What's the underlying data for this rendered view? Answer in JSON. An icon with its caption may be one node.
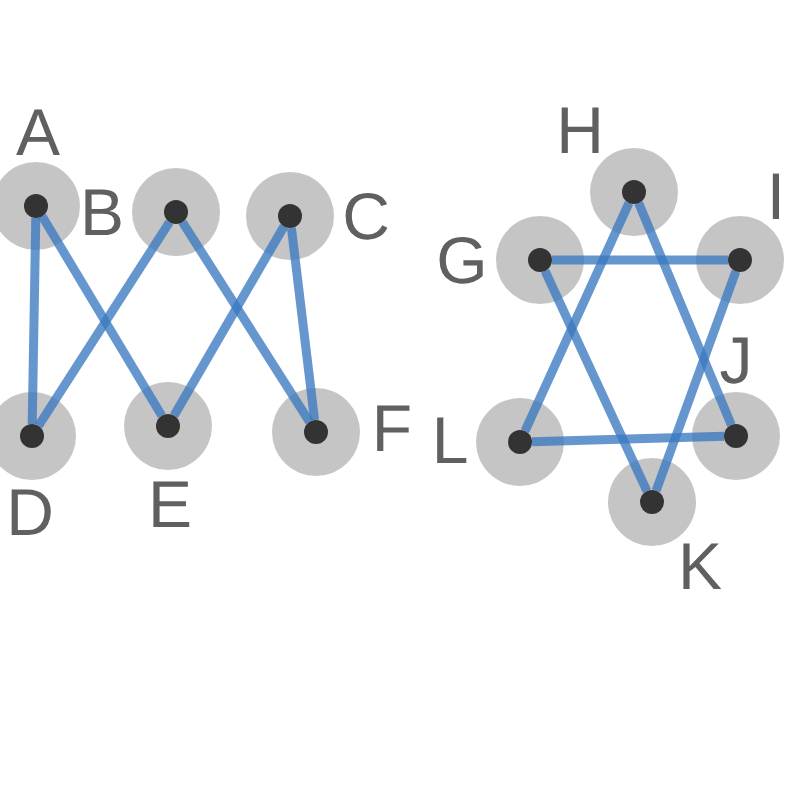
{
  "diagram": {
    "nodes": [
      {
        "text": [
          "A"
        ]
      },
      {
        "text": [
          "B"
        ]
      },
      {
        "text": [
          "C"
        ]
      },
      {
        "text": [
          "D"
        ]
      },
      {
        "text": [
          "E"
        ]
      },
      {
        "text": [
          "F"
        ]
      },
      {
        "text": [
          "G"
        ]
      },
      {
        "text": [
          "H"
        ]
      },
      {
        "text": [
          "I"
        ]
      },
      {
        "text": [
          "J"
        ]
      },
      {
        "text": [
          "K"
        ]
      },
      {
        "text": [
          "L"
        ]
      }
    ],
    "edges": [
      {
        "from": 0,
        "to": 3,
        "arrow": "none"
      },
      {
        "from": 0,
        "to": 4,
        "arrow": "none"
      },
      {
        "from": 1,
        "to": 3,
        "arrow": "none"
      },
      {
        "from": 1,
        "to": 5,
        "arrow": "none"
      },
      {
        "from": 2,
        "to": 4,
        "arrow": "none"
      },
      {
        "from": 2,
        "to": 5,
        "arrow": "none"
      },
      {
        "from": 6,
        "to": 8,
        "arrow": "none"
      },
      {
        "from": 6,
        "to": 10,
        "arrow": "none"
      },
      {
        "from": 7,
        "to": 11,
        "arrow": "none"
      },
      {
        "from": 7,
        "to": 9,
        "arrow": "none"
      },
      {
        "from": 8,
        "to": 10,
        "arrow": "none"
      },
      {
        "from": 11,
        "to": 9,
        "arrow": "none"
      }
    ]
  }
}
